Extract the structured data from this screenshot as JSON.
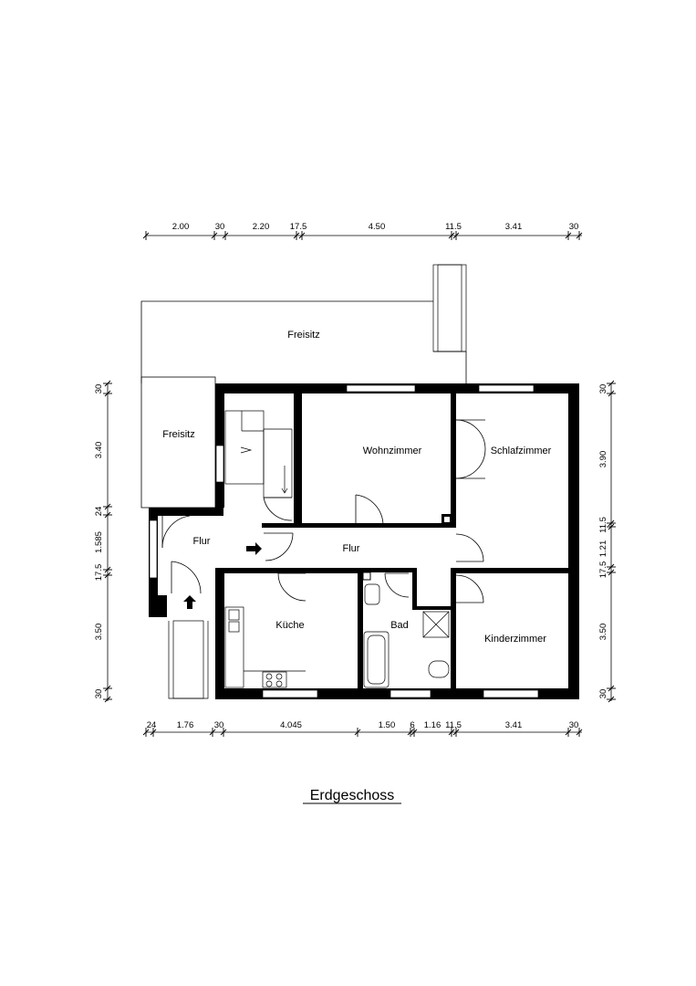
{
  "title": "Erdgeschoss",
  "rooms": {
    "freisitz_top": "Freisitz",
    "freisitz_left": "Freisitz",
    "wohnzimmer": "Wohnzimmer",
    "schlafzimmer": "Schlafzimmer",
    "flur_left": "Flur",
    "flur_center": "Flur",
    "kueche": "Küche",
    "bad": "Bad",
    "kinderzimmer": "Kinderzimmer"
  },
  "dimensions": {
    "top": [
      "2.00",
      "30",
      "2.20",
      "17.5",
      "4.50",
      "11.5",
      "3.41",
      "30"
    ],
    "bottom": [
      "24",
      "1.76",
      "30",
      "4.045",
      "1.50",
      "6",
      "1.16",
      "11.5",
      "3.41",
      "30"
    ],
    "left": [
      "30",
      "3.40",
      "24",
      "1.585",
      "17.5",
      "3.50",
      "30"
    ],
    "right": [
      "30",
      "3.90",
      "11.5",
      "1.21",
      "17.5",
      "3.50",
      "30"
    ]
  }
}
